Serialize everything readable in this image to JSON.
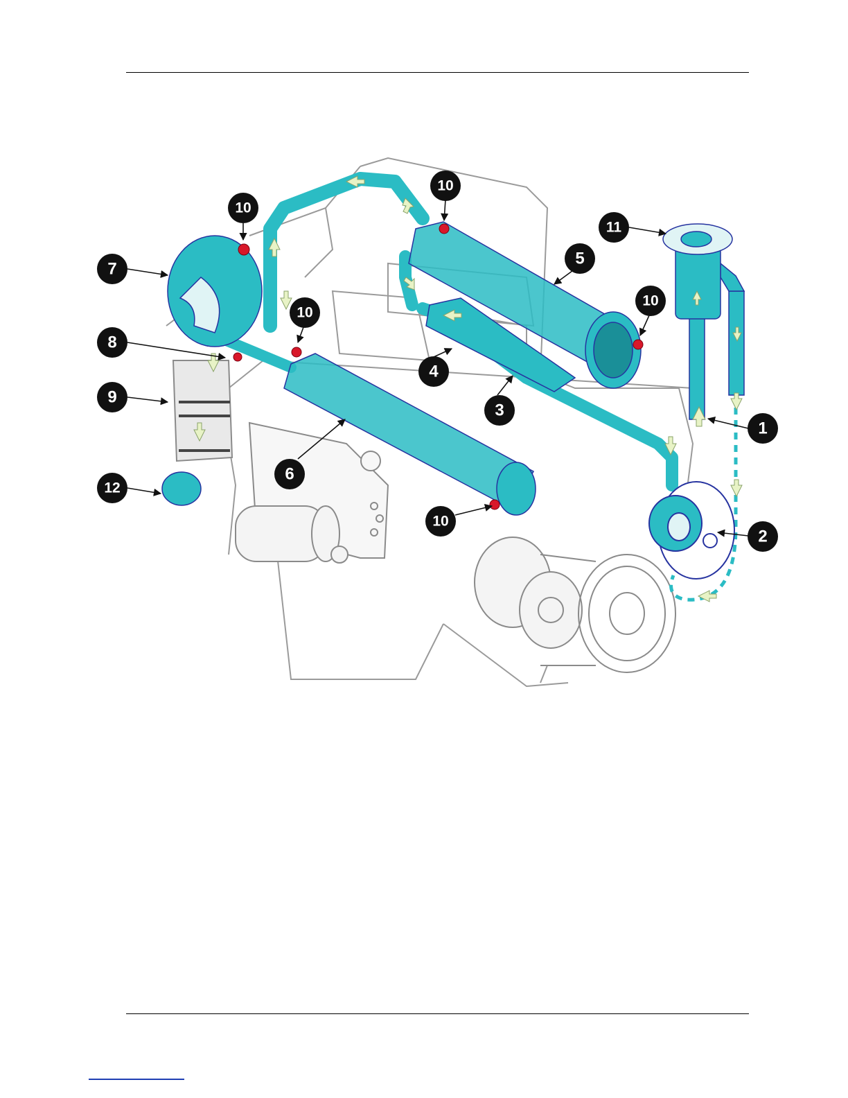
{
  "colors": {
    "coolant": "#2bbcc4",
    "coolant_dark": "#1a8f98",
    "outline": "#2633a0",
    "engine_line": "#9a9a9a",
    "flow_arrow": "#e8f3c6",
    "plug": "#d8182a",
    "callout_fill": "#111111",
    "callout_text": "#ffffff"
  },
  "callouts": [
    {
      "id": "c1",
      "label": "1"
    },
    {
      "id": "c2",
      "label": "2"
    },
    {
      "id": "c3",
      "label": "3"
    },
    {
      "id": "c4",
      "label": "4"
    },
    {
      "id": "c5",
      "label": "5"
    },
    {
      "id": "c6",
      "label": "6"
    },
    {
      "id": "c7",
      "label": "7"
    },
    {
      "id": "c8",
      "label": "8"
    },
    {
      "id": "c9",
      "label": "9"
    },
    {
      "id": "c10a",
      "label": "10"
    },
    {
      "id": "c10b",
      "label": "10"
    },
    {
      "id": "c10c",
      "label": "10"
    },
    {
      "id": "c10d",
      "label": "10"
    },
    {
      "id": "c10e",
      "label": "10"
    },
    {
      "id": "c11",
      "label": "11"
    },
    {
      "id": "c12",
      "label": "12"
    }
  ],
  "icons": {
    "flow_arrow": "flow-arrow-icon",
    "drain_plug": "drain-plug-icon"
  }
}
